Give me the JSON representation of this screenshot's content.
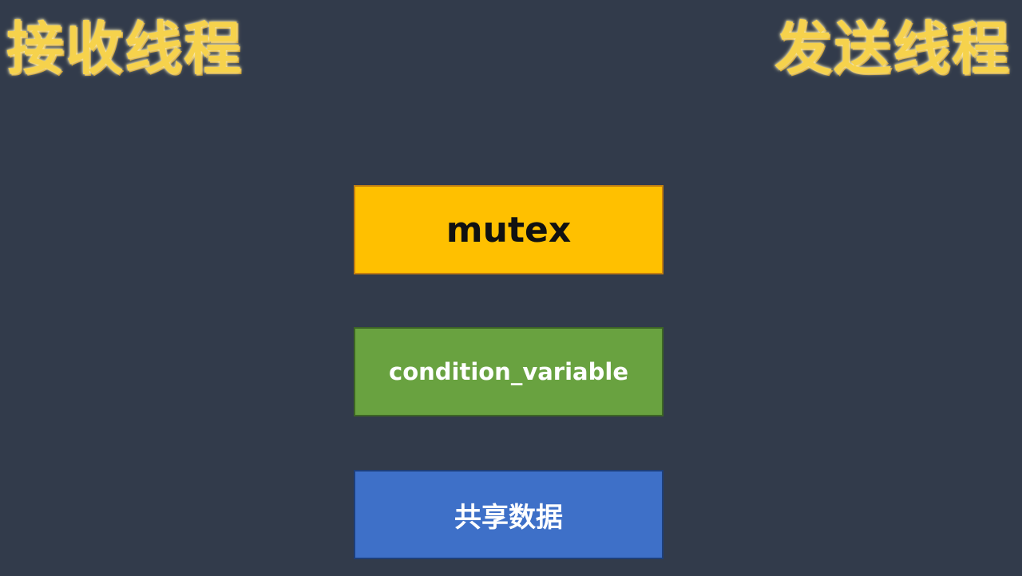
{
  "headings": {
    "receiver_thread": "接收线程",
    "sender_thread": "发送线程"
  },
  "boxes": [
    {
      "label": "mutex",
      "color": "#ffc000"
    },
    {
      "label": "condition_variable",
      "color": "#69a240"
    },
    {
      "label": "共享数据",
      "color": "#3e70c8"
    }
  ],
  "colors": {
    "background": "#323b4b",
    "heading": "#f6d24c"
  }
}
